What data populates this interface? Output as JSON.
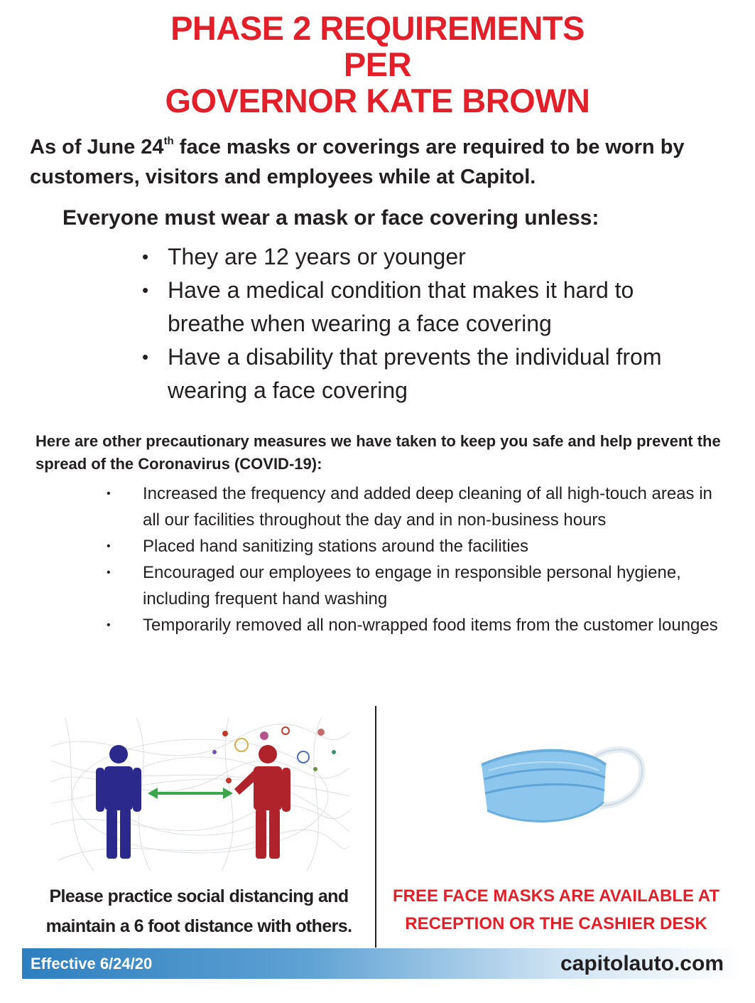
{
  "title": {
    "line1": "PHASE 2 REQUIREMENTS",
    "line2": "PER",
    "line3": "GOVERNOR KATE BROWN"
  },
  "intro": {
    "before_sup": "As of June 24",
    "sup": "th",
    "after_sup": " face masks or coverings are required to be worn by customers, visitors and employees while at Capitol."
  },
  "unless_heading": "Everyone must wear a mask or face covering unless:",
  "exceptions": [
    "They are 12 years or younger",
    "Have a medical condition that makes it hard to breathe when wearing a face covering",
    "Have a disability that prevents the individual from wearing a face covering"
  ],
  "precautions_heading": "Here are other precautionary measures we have taken to keep you safe and help prevent the spread of the Coronavirus (COVID-19):",
  "precautions": [
    "Increased the frequency and added deep cleaning of all high-touch areas in all our facilities throughout the day and in non-business hours",
    "Placed hand sanitizing stations around the facilities",
    "Encouraged our employees to engage in responsible personal hygiene, including frequent hand washing",
    "Temporarily removed all non-wrapped food items from the customer lounges"
  ],
  "distancing_caption": "Please practice social distancing and maintain a 6 foot distance with others.",
  "mask_caption": "FREE FACE MASKS ARE AVAILABLE AT RECEPTION OR THE CASHIER DESK",
  "footer": {
    "effective": "Effective 6/24/20",
    "website": "capitolauto.com"
  },
  "icons": {
    "distancing": "social-distancing-figures-icon",
    "mask": "surgical-mask-icon"
  },
  "colors": {
    "title_red": "#e3202a",
    "text": "#231f20",
    "footer_blue": "#2e7fbf",
    "figure_blue": "#2b2a8c",
    "figure_red": "#b0232a",
    "arrow_green": "#3aa84a",
    "mask_blue": "#8cc6ec"
  }
}
